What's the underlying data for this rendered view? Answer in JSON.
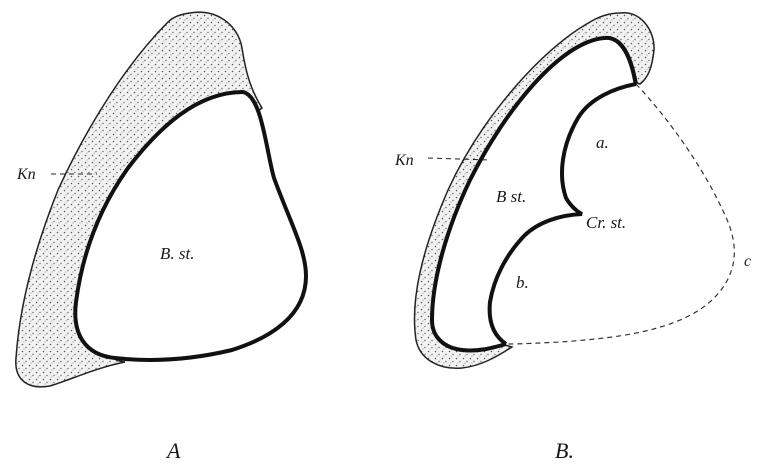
{
  "figure_a": {
    "label_kn": "Kn",
    "label_bst": "B. st.",
    "caption": "A"
  },
  "figure_b": {
    "label_kn": "Kn",
    "label_bst": "B st.",
    "label_a": "a.",
    "label_b": "b.",
    "label_crst": "Cr. st.",
    "label_c": "c",
    "caption": "B."
  },
  "colors": {
    "ink": "#111111",
    "stipple_fill": "#e9e9e9",
    "paper": "#ffffff"
  }
}
